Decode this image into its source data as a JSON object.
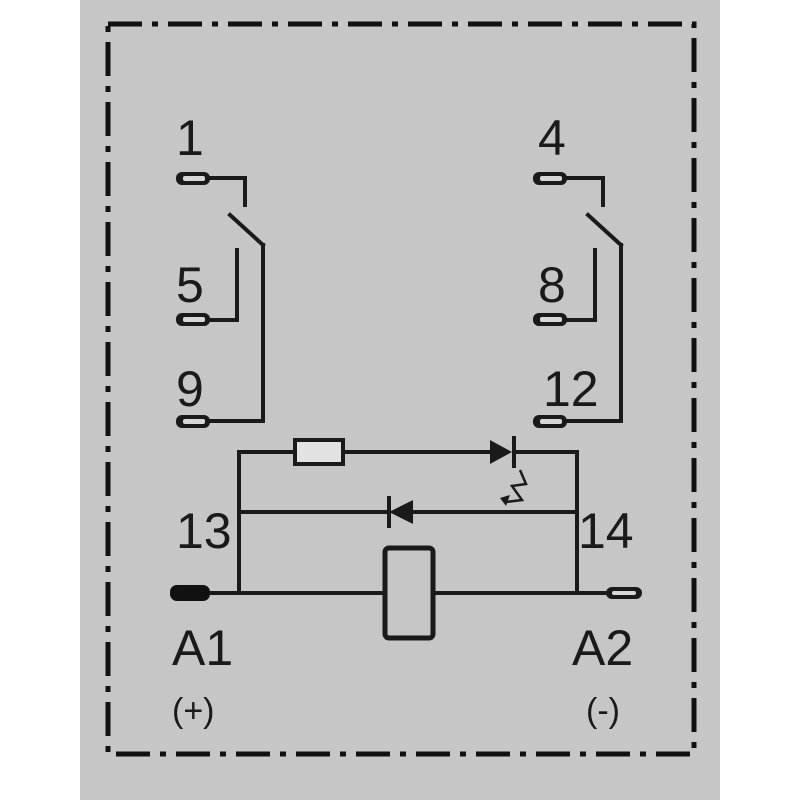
{
  "terminals": {
    "t1": "1",
    "t4": "4",
    "t5": "5",
    "t8": "8",
    "t9": "9",
    "t12": "12",
    "t13": "13",
    "t14": "14",
    "a1": "A1",
    "a2": "A2",
    "a1_polarity": "(+)",
    "a2_polarity": "(-)"
  },
  "colors": {
    "background": "#c6c6c6",
    "line": "#1a1a1a"
  }
}
